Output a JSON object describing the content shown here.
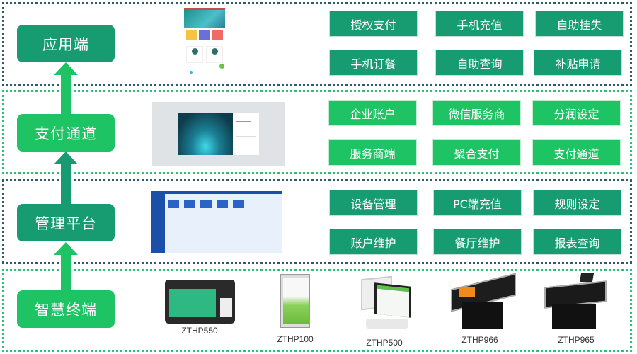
{
  "colors": {
    "teal": "#179c72",
    "green": "#1ec464",
    "navy_border": "#2e5a6e",
    "green_border": "#2cbf7a"
  },
  "layers": [
    {
      "label": "应用端",
      "buttons": [
        "授权支付",
        "手机充值",
        "自助挂失",
        "手机订餐",
        "自助查询",
        "补贴申请"
      ],
      "preview": "mobile-app-screenshot"
    },
    {
      "label": "支付通道",
      "buttons": [
        "企业账户",
        "微信服务商",
        "分润设定",
        "服务商端",
        "聚合支付",
        "支付通道"
      ],
      "preview": "login-page-screenshot"
    },
    {
      "label": "管理平台",
      "buttons": [
        "设备管理",
        "PC端充值",
        "规则设定",
        "账户维护",
        "餐厅维护",
        "报表查询"
      ],
      "preview": "management-console-screenshot"
    },
    {
      "label": "智慧终端",
      "devices": [
        "ZTHP550",
        "ZTHP100",
        "ZTHP500",
        "ZTHP966",
        "ZTHP965"
      ]
    }
  ]
}
